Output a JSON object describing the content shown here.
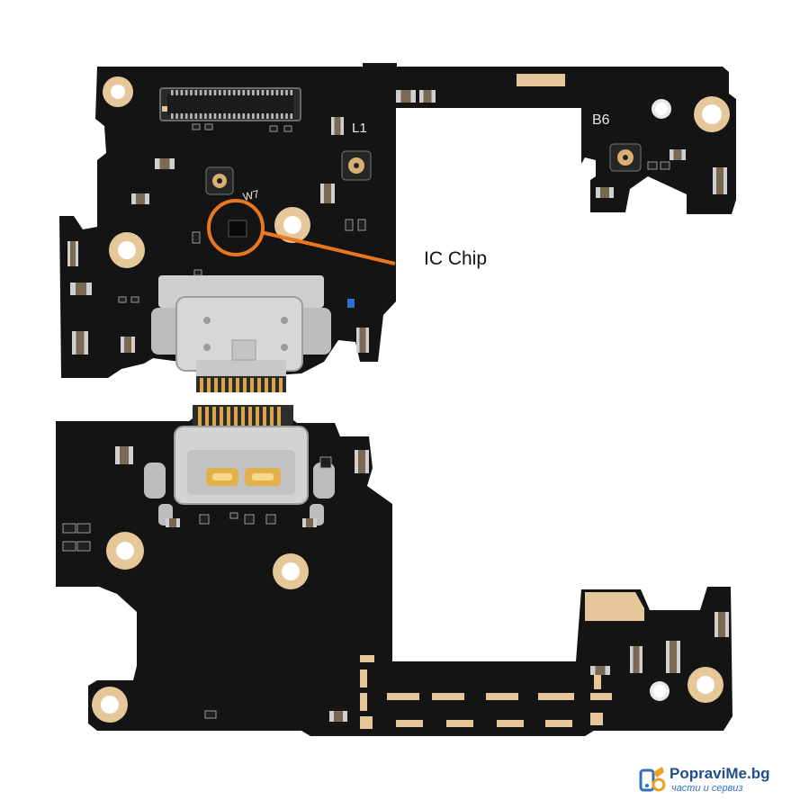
{
  "callout": {
    "label": "IC Chip"
  },
  "silkscreen": {
    "l1": "L1",
    "b6": "B6",
    "w7": "W7"
  },
  "watermark": {
    "brand": "PopraviMe.bg",
    "tagline": "части и сервиз",
    "logo_icon": "wrench-logo-icon"
  },
  "colors": {
    "pcb": "#141414",
    "pad_gold": "#e6c79a",
    "callout": "#e8771f",
    "connector_metal": "#cfcfcf"
  }
}
